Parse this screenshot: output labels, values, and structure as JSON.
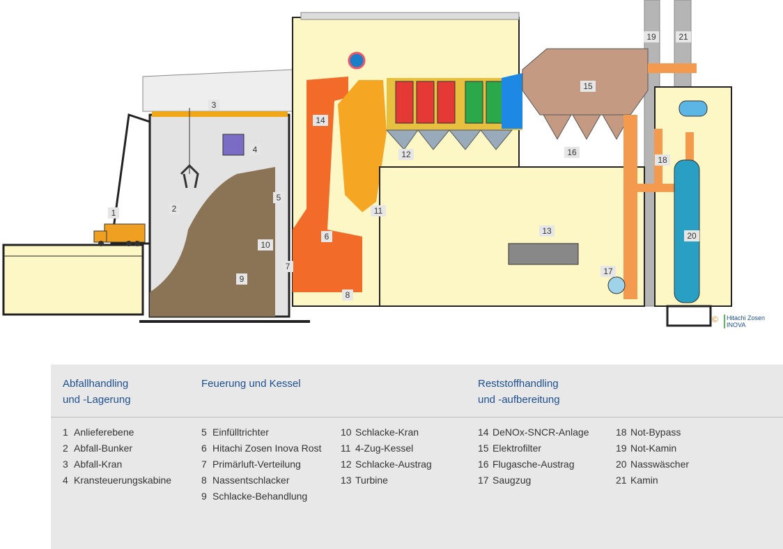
{
  "diagram": {
    "labels": [
      "1",
      "2",
      "3",
      "4",
      "5",
      "6",
      "7",
      "8",
      "9",
      "10",
      "11",
      "12",
      "13",
      "14",
      "15",
      "16",
      "17",
      "18",
      "19",
      "20",
      "21"
    ],
    "copyright_symbol": "©",
    "brand_line1": "Hitachi Zosen",
    "brand_line2": "INOVA"
  },
  "legend": {
    "groups": [
      {
        "title1": "Abfallhandling",
        "title2": "und -Lagerung"
      },
      {
        "title1": "Feuerung und Kessel",
        "title2": ""
      },
      {
        "title1": "Reststoffhandling",
        "title2": "und -aufbereitung"
      }
    ],
    "columns": [
      [
        {
          "n": "1",
          "t": "Anlieferebene"
        },
        {
          "n": "2",
          "t": "Abfall-Bunker"
        },
        {
          "n": "3",
          "t": "Abfall-Kran"
        },
        {
          "n": "4",
          "t": "Kransteuerungskabine"
        }
      ],
      [
        {
          "n": "5",
          "t": "Einfülltrichter"
        },
        {
          "n": "6",
          "t": "Hitachi Zosen Inova Rost"
        },
        {
          "n": "7",
          "t": "Primärluft-Verteilung"
        },
        {
          "n": "8",
          "t": "Nassentschlacker"
        },
        {
          "n": "9",
          "t": "Schlacke-Behandlung"
        }
      ],
      [
        {
          "n": "10",
          "t": "Schlacke-Kran"
        },
        {
          "n": "11",
          "t": "4-Zug-Kessel"
        },
        {
          "n": "12",
          "t": "Schlacke-Austrag"
        },
        {
          "n": "13",
          "t": "Turbine"
        }
      ],
      [
        {
          "n": "14",
          "t": "DeNOx-SNCR-Anlage"
        },
        {
          "n": "15",
          "t": "Elektrofilter"
        },
        {
          "n": "16",
          "t": "Flugasche-Austrag"
        },
        {
          "n": "17",
          "t": "Saugzug"
        }
      ],
      [
        {
          "n": "18",
          "t": "Not-Bypass"
        },
        {
          "n": "19",
          "t": "Not-Kamin"
        },
        {
          "n": "20",
          "t": "Nasswäscher"
        },
        {
          "n": "21",
          "t": "Kamin"
        }
      ]
    ]
  }
}
